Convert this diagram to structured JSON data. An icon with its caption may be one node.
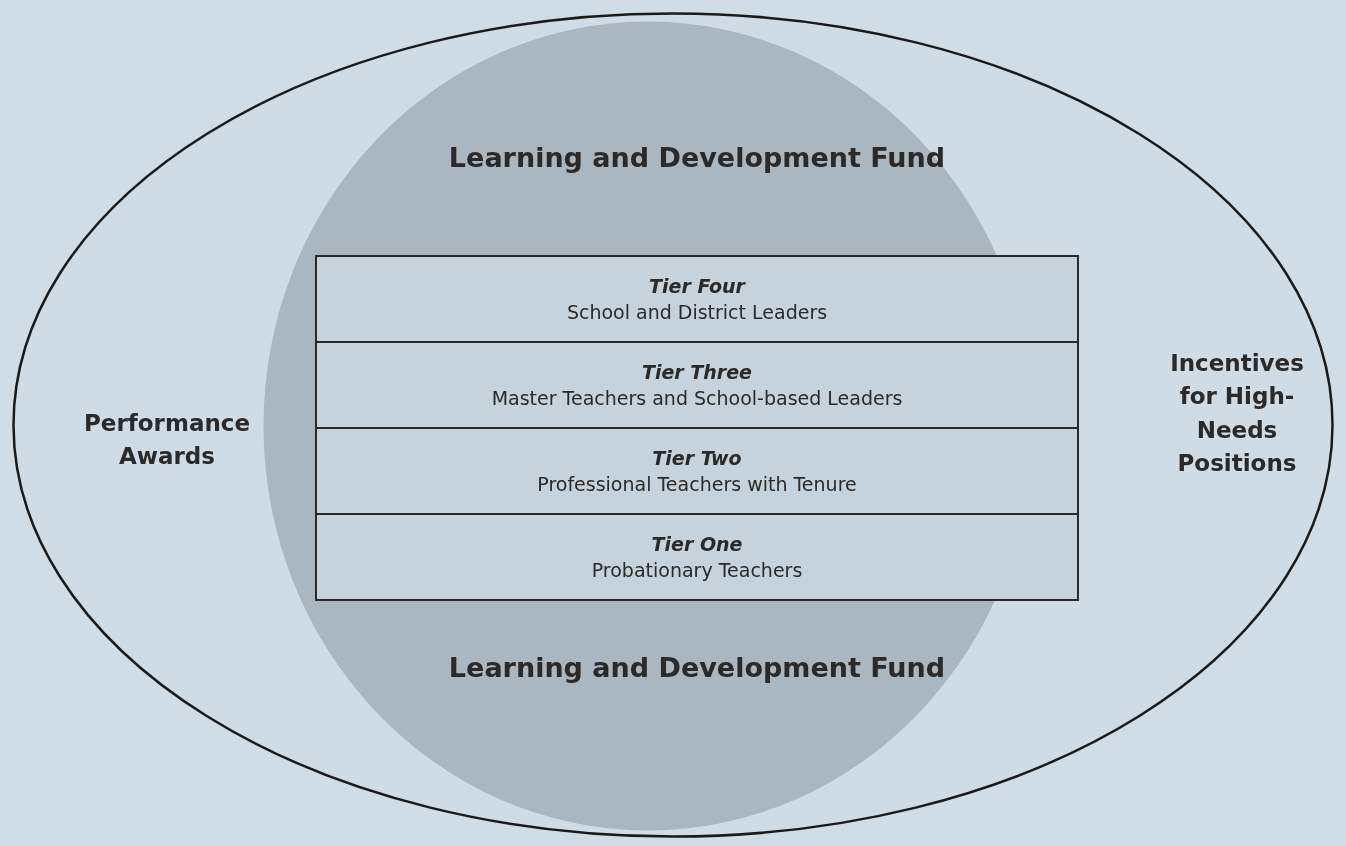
{
  "diagram": {
    "nodes": [
      {
        "text": [
          "Performance Awards",
          "Incentives for High-Needs Positions"
        ]
      },
      {
        "text": [
          "Learning and Development Fund",
          "Learning and Development Fund"
        ],
        "in": 0
      },
      {
        "text": [
          "Tier Four",
          "School and District Leaders"
        ],
        "in": 1
      },
      {
        "text": [
          "Tier Three",
          "Master Teachers and School-based Leaders"
        ],
        "in": 1
      },
      {
        "text": [
          "Tier Two",
          "Professional Teachers with Tenure"
        ],
        "in": 1
      },
      {
        "text": [
          "Tier One",
          "Probationary Teachers"
        ],
        "in": 1
      }
    ]
  }
}
